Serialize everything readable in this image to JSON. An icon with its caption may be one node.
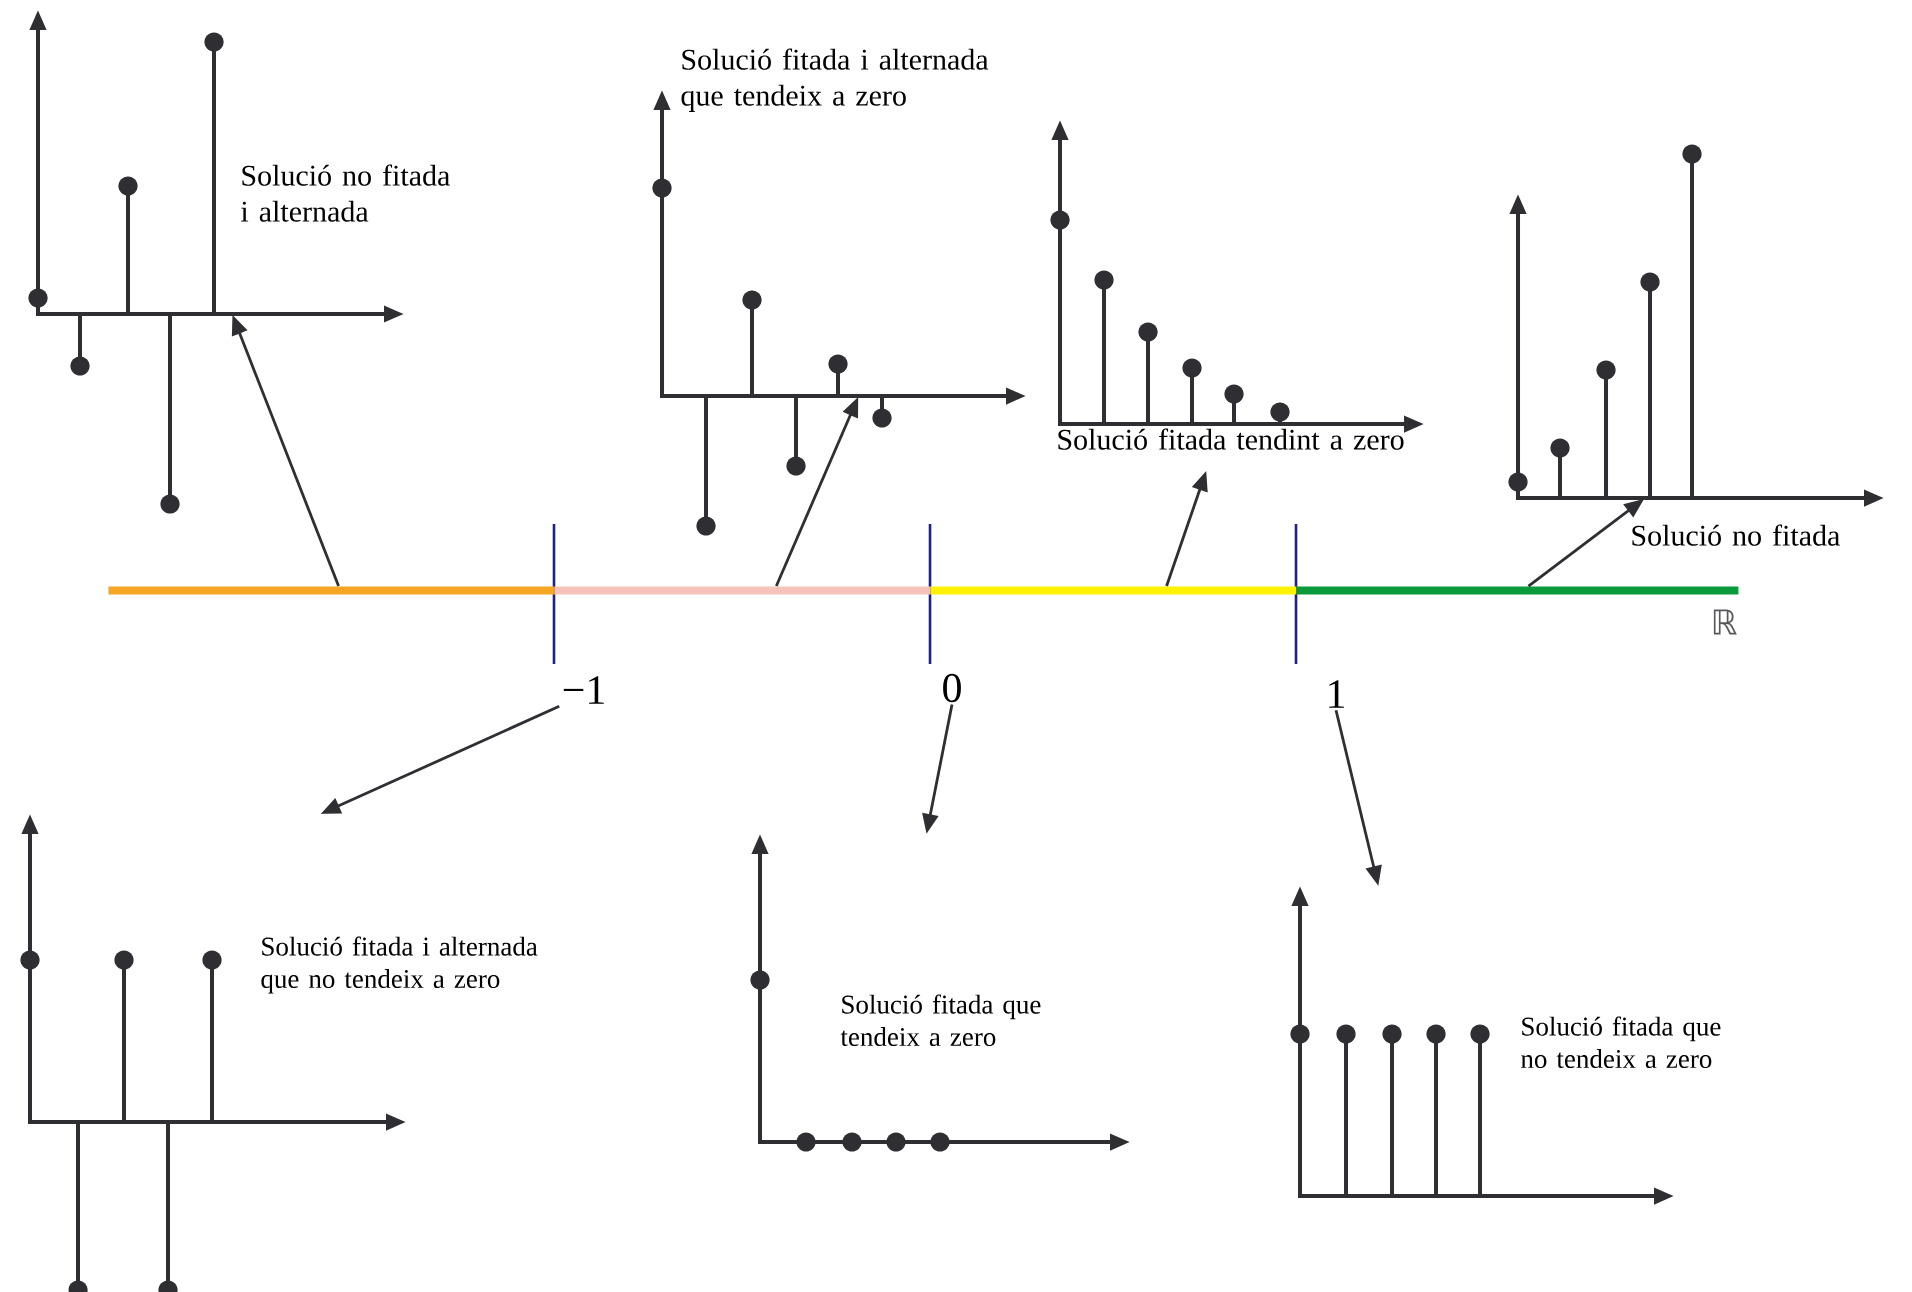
{
  "diagram": {
    "nodes": [
      {
        "text": [
          "Solució no fitada i alternada"
        ]
      },
      {
        "text": [
          "Solució fitada i alternada que tendeix a zero"
        ]
      },
      {
        "text": [
          "Solució fitada tendint a zero"
        ]
      },
      {
        "text": [
          "Solució no fitada"
        ]
      },
      {
        "text": [],
        "shape": "bar"
      },
      {
        "text": [],
        "shape": "bar"
      },
      {
        "text": [],
        "shape": "bar"
      },
      {
        "text": [],
        "shape": "bar"
      },
      {
        "text": [
          "−1"
        ]
      },
      {
        "text": [
          "0"
        ]
      },
      {
        "text": [
          "1"
        ]
      },
      {
        "text": [
          "Solució fitada i alternada que no tendeix a zero"
        ]
      },
      {
        "text": [
          "Solució fitada que tendeix a zero"
        ]
      },
      {
        "text": [
          "Solució fitada que no tendeix a zero"
        ]
      }
    ],
    "edges": [
      {
        "from": 4,
        "to": 0,
        "arrow": "to"
      },
      {
        "from": 5,
        "to": 1,
        "arrow": "to"
      },
      {
        "from": 6,
        "to": 2,
        "arrow": "to"
      },
      {
        "from": 7,
        "to": 3,
        "arrow": "to"
      },
      {
        "from": 8,
        "to": 11,
        "arrow": "to"
      },
      {
        "from": 9,
        "to": 12,
        "arrow": "to"
      },
      {
        "from": 10,
        "to": 13,
        "arrow": "to"
      }
    ],
    "labels": [
      "ℝ"
    ]
  }
}
